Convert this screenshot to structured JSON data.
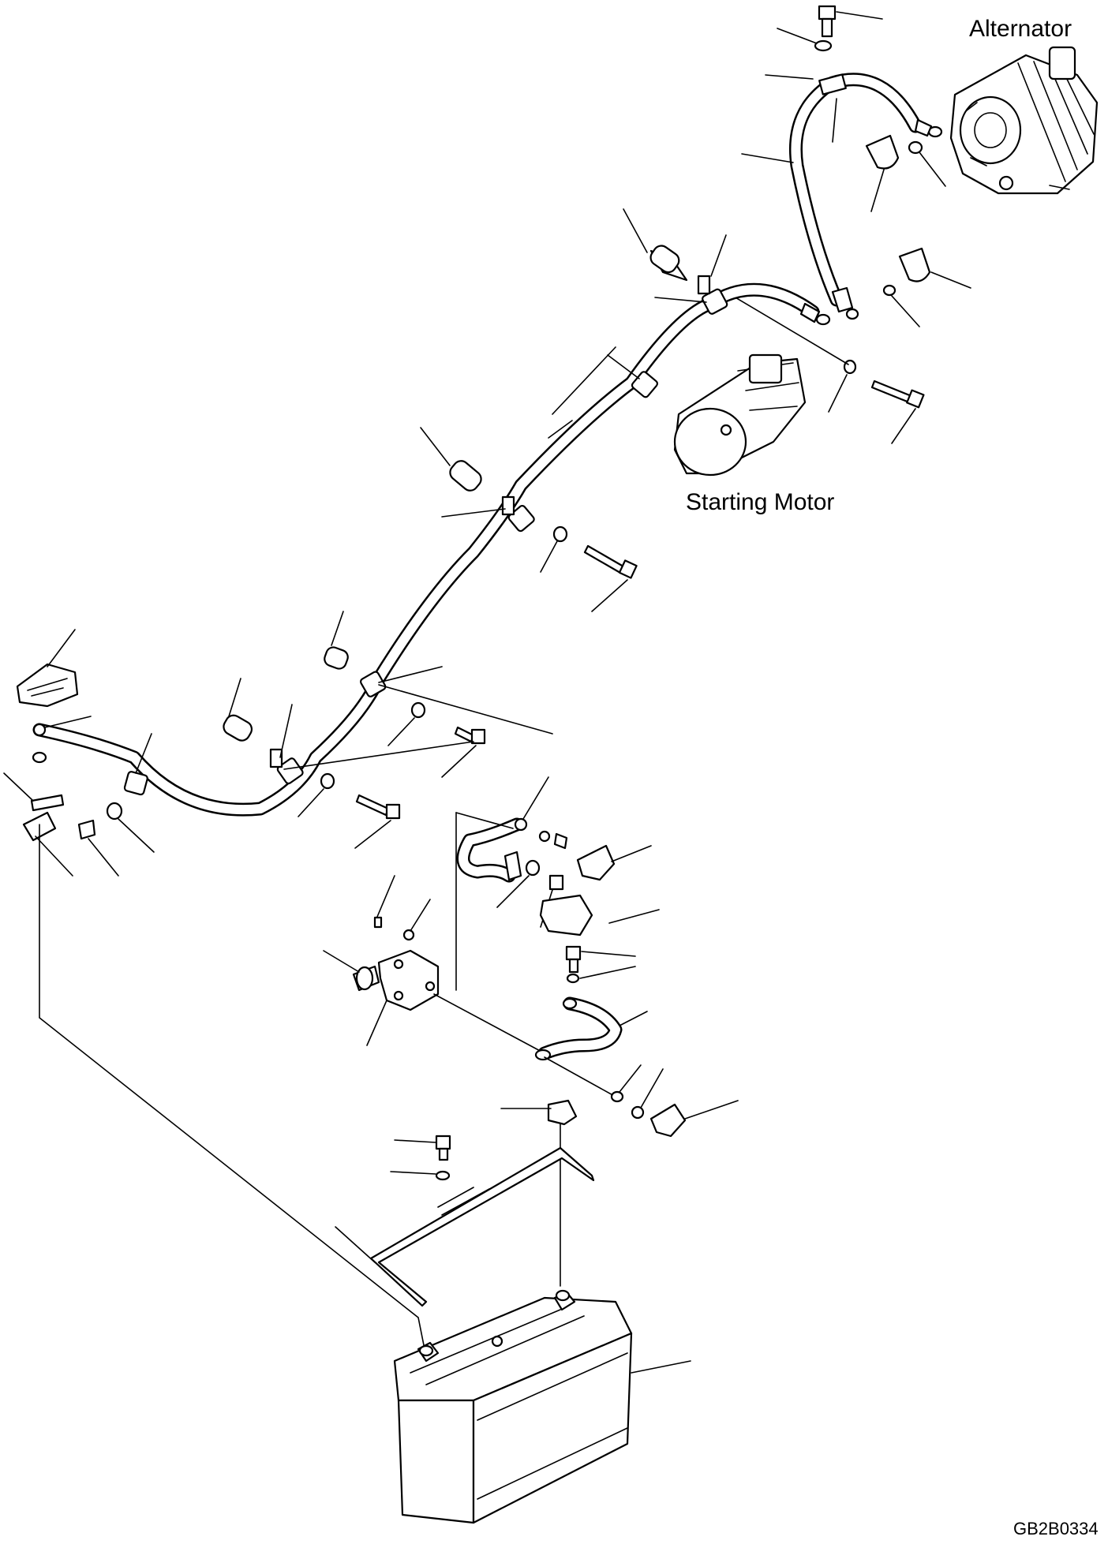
{
  "labels": {
    "alternator": "Alternator",
    "starting_motor": "Starting Motor",
    "drawing_code": "GB2B0334"
  },
  "colors": {
    "ink": "#000000",
    "paper": "#ffffff"
  }
}
